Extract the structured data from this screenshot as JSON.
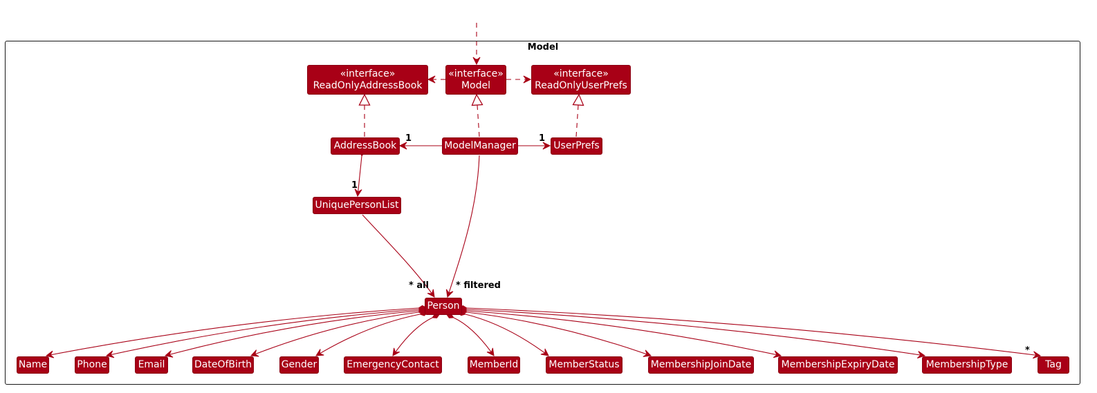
{
  "diagram": {
    "type": "UML class diagram",
    "package": {
      "title": "Model"
    },
    "colors": {
      "class_fill": "#A80016",
      "class_text": "#FFFFFF",
      "edge": "#A80016",
      "frame": "#181818"
    },
    "classes": {
      "model_if": {
        "stereotype": "«interface»",
        "name": "Model"
      },
      "ro_addressbook_if": {
        "stereotype": "«interface»",
        "name": "ReadOnlyAddressBook"
      },
      "ro_userprefs_if": {
        "stereotype": "«interface»",
        "name": "ReadOnlyUserPrefs"
      },
      "addressbook": {
        "name": "AddressBook"
      },
      "modelmanager": {
        "name": "ModelManager"
      },
      "userprefs": {
        "name": "UserPrefs"
      },
      "uniquepersonlist": {
        "name": "UniquePersonList"
      },
      "person": {
        "name": "Person"
      }
    },
    "attributes": [
      {
        "name": "Name"
      },
      {
        "name": "Phone"
      },
      {
        "name": "Email"
      },
      {
        "name": "DateOfBirth"
      },
      {
        "name": "Gender"
      },
      {
        "name": "EmergencyContact"
      },
      {
        "name": "MemberId"
      },
      {
        "name": "MemberStatus"
      },
      {
        "name": "MembershipJoinDate"
      },
      {
        "name": "MembershipExpiryDate"
      },
      {
        "name": "MembershipType"
      },
      {
        "name": "Tag"
      }
    ],
    "multiplicities": {
      "addressbook": "1",
      "userprefs": "1",
      "uniquepersonlist": "1",
      "all_persons": "* all",
      "filtered_persons": "* filtered",
      "tag": "*"
    },
    "relationships": [
      {
        "from": "external",
        "to": "Model",
        "kind": "dependency"
      },
      {
        "from": "Model",
        "to": "ReadOnlyAddressBook",
        "kind": "dependency"
      },
      {
        "from": "Model",
        "to": "ReadOnlyUserPrefs",
        "kind": "dependency"
      },
      {
        "from": "AddressBook",
        "to": "ReadOnlyAddressBook",
        "kind": "realization"
      },
      {
        "from": "ModelManager",
        "to": "Model",
        "kind": "realization"
      },
      {
        "from": "UserPrefs",
        "to": "ReadOnlyUserPrefs",
        "kind": "realization"
      },
      {
        "from": "ModelManager",
        "to": "AddressBook",
        "kind": "association",
        "multiplicity": "1"
      },
      {
        "from": "ModelManager",
        "to": "UserPrefs",
        "kind": "association",
        "multiplicity": "1"
      },
      {
        "from": "AddressBook",
        "to": "UniquePersonList",
        "kind": "composition",
        "multiplicity": "1"
      },
      {
        "from": "UniquePersonList",
        "to": "Person",
        "kind": "association",
        "multiplicity": "* all"
      },
      {
        "from": "ModelManager",
        "to": "Person",
        "kind": "association",
        "multiplicity": "* filtered"
      },
      {
        "from": "Person",
        "to": "Tag",
        "kind": "composition",
        "multiplicity": "*"
      }
    ]
  }
}
